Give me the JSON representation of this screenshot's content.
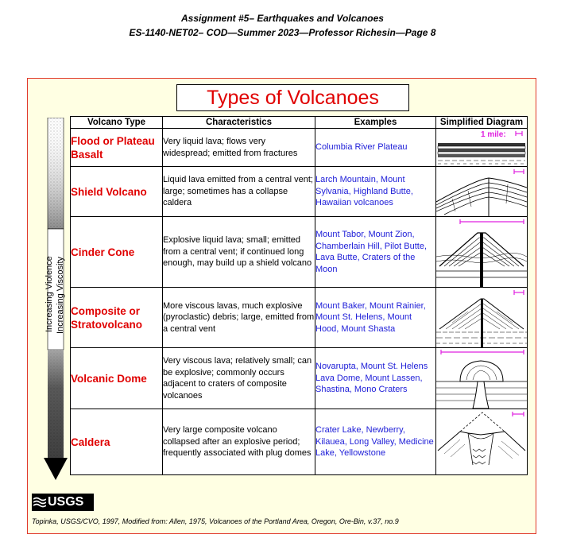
{
  "header": {
    "line1": "Assignment #5– Earthquakes and Volcanoes",
    "line2": "ES-1140-NET02– COD—Summer 2023—Professor Richesin—Page 8"
  },
  "figure": {
    "title": "Types of Volcanoes",
    "side_labels": [
      "Increasing Violence",
      "Increasing Viscosity"
    ],
    "columns": [
      "Volcano Type",
      "Characteristics",
      "Examples",
      "Simplified Diagram"
    ],
    "scale_label": "1 mile:",
    "rows": [
      {
        "type": "Flood or Plateau Basalt",
        "characteristics": "Very liquid lava; flows very widespread; emitted from fractures",
        "examples": "Columbia River Plateau"
      },
      {
        "type": "Shield Volcano",
        "characteristics": "Liquid lava emitted from a central vent; large; sometimes has a collapse caldera",
        "examples": "Larch Mountain, Mount Sylvania, Highland Butte, Hawaiian volcanoes"
      },
      {
        "type": "Cinder Cone",
        "characteristics": "Explosive liquid lava; small; emitted from a central vent; if continued long enough, may build up a shield volcano",
        "examples": "Mount Tabor, Mount Zion, Chamberlain Hill, Pilot Butte, Lava Butte, Craters of the Moon"
      },
      {
        "type": "Composite or Stratovolcano",
        "characteristics": "More viscous lavas, much explosive (pyroclastic) debris; large, emitted from a central vent",
        "examples": "Mount Baker, Mount Rainier, Mount St. Helens, Mount Hood, Mount Shasta"
      },
      {
        "type": "Volcanic Dome",
        "characteristics": "Very viscous lava; relatively small; can be explosive; commonly occurs adjacent to craters of composite volcanoes",
        "examples": "Novarupta, Mount St. Helens Lava Dome, Mount Lassen, Shastina, Mono Craters"
      },
      {
        "type": "Caldera",
        "characteristics": "Very large composite volcano collapsed after an explosive period; frequently associated with plug domes",
        "examples": "Crater Lake, Newberry, Kilauea, Long Valley, Medicine Lake, Yellowstone"
      }
    ],
    "logo": "USGS",
    "citation": "Topinka, USGS/CVO, 1997, Modified from: Allen, 1975, Volcanoes of the Portland Area, Oregon, Ore-Bin, v.37, no.9",
    "colors": {
      "title_red": "#e00000",
      "type_red": "#e00000",
      "example_blue": "#2020d8",
      "scale_magenta": "#e020e0",
      "panel_bg": "#ffffe3",
      "panel_border": "#e0392b"
    }
  }
}
